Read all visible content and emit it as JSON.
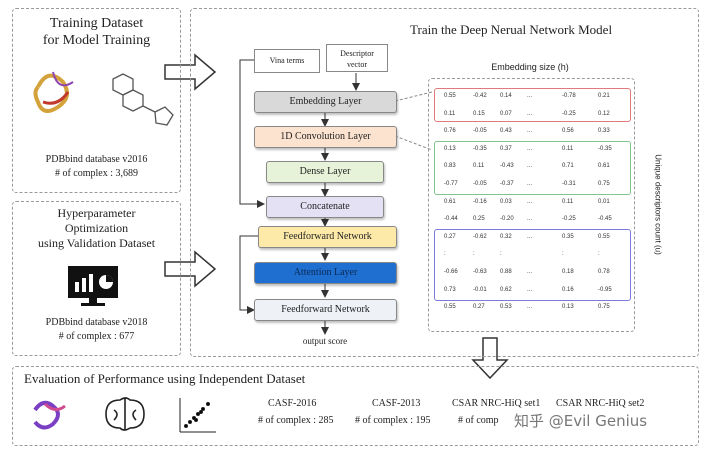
{
  "left_top": {
    "title": "Training Dataset\nfor Model Training",
    "db": "PDBbind database v2016",
    "count": "# of complex :  3,689"
  },
  "left_mid": {
    "title": "Hyperparameter\nOptimization\nusing Validation Dataset",
    "db": "PDBbind database v2018",
    "count": "# of complex :  677"
  },
  "main": {
    "title": "Train the Deep Nerual Network Model",
    "input1": "Vina terms",
    "input2": "Descriptor\nvector",
    "layers": [
      "Embedding Layer",
      "1D Convolution Layer",
      "Dense Layer",
      "Concatenate",
      "Feedforward Network",
      "Attention Layer",
      "Feedforward Network"
    ],
    "output": "output score",
    "matrix_title": "Embedding size (h)",
    "matrix_side": "Unique descriptors count (u)",
    "matrix_rows": [
      [
        "0.55",
        "-0.42",
        "0.14",
        "...",
        "-0.78",
        "0.21"
      ],
      [
        "0.11",
        "0.15",
        "0.07",
        "...",
        "-0.25",
        "0.12"
      ],
      [
        "0.76",
        "-0.05",
        "0.43",
        "...",
        "0.56",
        "0.33"
      ],
      [
        "0.13",
        "-0.35",
        "0.37",
        "...",
        "0.11",
        "-0.35"
      ],
      [
        "0.83",
        "0.11",
        "-0.43",
        "...",
        "0.71",
        "0.61"
      ],
      [
        "-0.77",
        "-0.05",
        "-0.37",
        "...",
        "-0.31",
        "0.75"
      ],
      [
        "0.61",
        "-0.16",
        "0.03",
        "...",
        "0.11",
        "0.01"
      ],
      [
        "-0.44",
        "0.25",
        "-0.20",
        "...",
        "-0.25",
        "-0.45"
      ],
      [
        "0.27",
        "-0.62",
        "0.32",
        "...",
        "0.35",
        "0.55"
      ],
      [
        ":",
        ":",
        ":",
        "",
        ":",
        ":"
      ],
      [
        "-0.66",
        "-0.63",
        "0.88",
        "...",
        "0.18",
        "0.78"
      ],
      [
        "0.73",
        "-0.01",
        "0.62",
        "...",
        "0.16",
        "-0.95"
      ],
      [
        "0.55",
        "0.27",
        "0.53",
        "...",
        "0.13",
        "0.75"
      ]
    ]
  },
  "bottom": {
    "title": "Evaluation of Performance using Independent Dataset",
    "sets": [
      {
        "name": "CASF-2016",
        "count": "# of complex : 285"
      },
      {
        "name": "CASF-2013",
        "count": "# of complex : 195"
      },
      {
        "name": "CSAR NRC-HiQ set1",
        "count": "# of comp"
      },
      {
        "name": "CSAR NRC-HiQ set2",
        "count": ""
      }
    ],
    "watermark": "知乎 @Evil Genius"
  },
  "colors": {
    "embedding": "#d9d9d9",
    "conv": "#fbe3cf",
    "dense": "#e6f3d8",
    "concat": "#e4e1f5",
    "ffn": "#fde9a8",
    "attention": "#1f6fd1",
    "ffn2": "#eef2f7",
    "box_red": "#e07b7b",
    "box_green": "#7fc58d",
    "box_purple": "#7b7bd9"
  }
}
